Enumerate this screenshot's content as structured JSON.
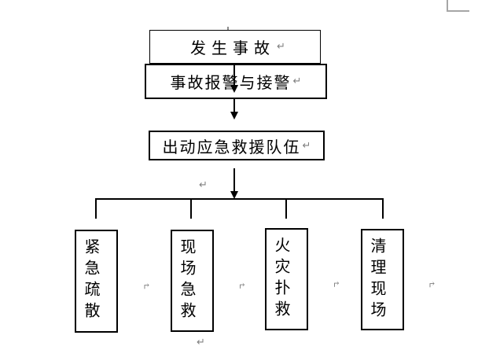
{
  "document": {
    "background": "#ffffff",
    "line_color": "#000000",
    "mark_color": "#808080"
  },
  "flowchart": {
    "nodes": {
      "accident": {
        "label": "发生事故"
      },
      "alarm": {
        "label": "事故报警与接警"
      },
      "dispatch": {
        "label": "出动应急救援队伍"
      },
      "evacuate": {
        "label": "紧急疏散"
      },
      "first_aid": {
        "label": "现场急救"
      },
      "fire_fight": {
        "label": "火灾扑救"
      },
      "cleanup": {
        "label": "清理现场"
      }
    }
  },
  "marks": {
    "return_mark": "↵"
  }
}
